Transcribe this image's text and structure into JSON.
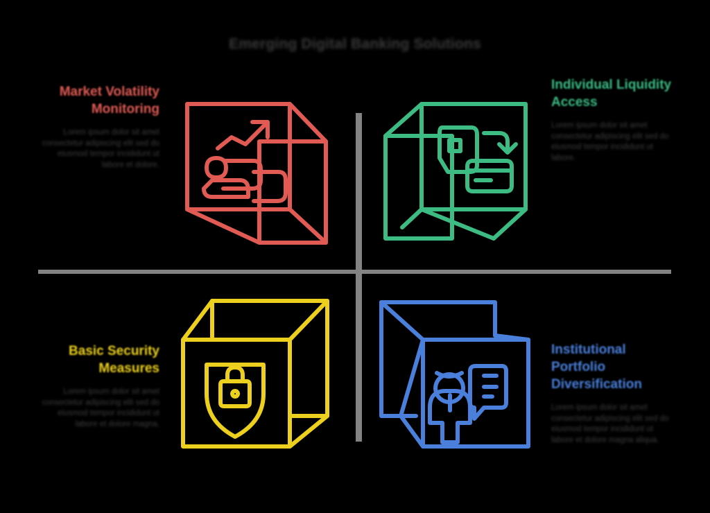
{
  "page": {
    "background_color": "#000000",
    "divider_color": "#838383",
    "title": "Emerging Digital Banking Solutions"
  },
  "quadrants": [
    {
      "id": "top-left",
      "position": "top-left",
      "color": "#e15b54",
      "heading": "Market Volatility Monitoring",
      "body": "Lorem ipsum dolor sit amet consectetur adipiscing elit sed do eiusmod tempor incididunt ut labore et dolore.",
      "icon_name": "growth-chart-icon",
      "icon_label": "Rising trend arrow over chart bars"
    },
    {
      "id": "top-right",
      "position": "top-right",
      "color": "#3cbc82",
      "heading": "Individual Liquidity Access",
      "body": "Lorem ipsum dolor sit amet consectetur adipiscing elit sed do eiusmod tempor incididunt ut labore.",
      "icon_name": "mobile-payment-icon",
      "icon_label": "Mobile wallet transfer with payment card"
    },
    {
      "id": "bottom-left",
      "position": "bottom-left",
      "color": "#edd01d",
      "heading": "Basic Security Measures",
      "body": "Lorem ipsum dolor sit amet consectetur adipiscing elit sed do eiusmod tempor incididunt ut labore et dolore magna.",
      "icon_name": "shield-lock-icon",
      "icon_label": "Shield containing a padlock"
    },
    {
      "id": "bottom-right",
      "position": "bottom-right",
      "color": "#4a7fdb",
      "heading": "Institutional Portfolio Diversification",
      "body": "Lorem ipsum dolor sit amet consectetur adipiscing elit sed do eiusmod tempor incididunt ut labore et dolore magna aliqua.",
      "icon_name": "advisor-profile-icon",
      "icon_label": "Person with information panel"
    }
  ]
}
